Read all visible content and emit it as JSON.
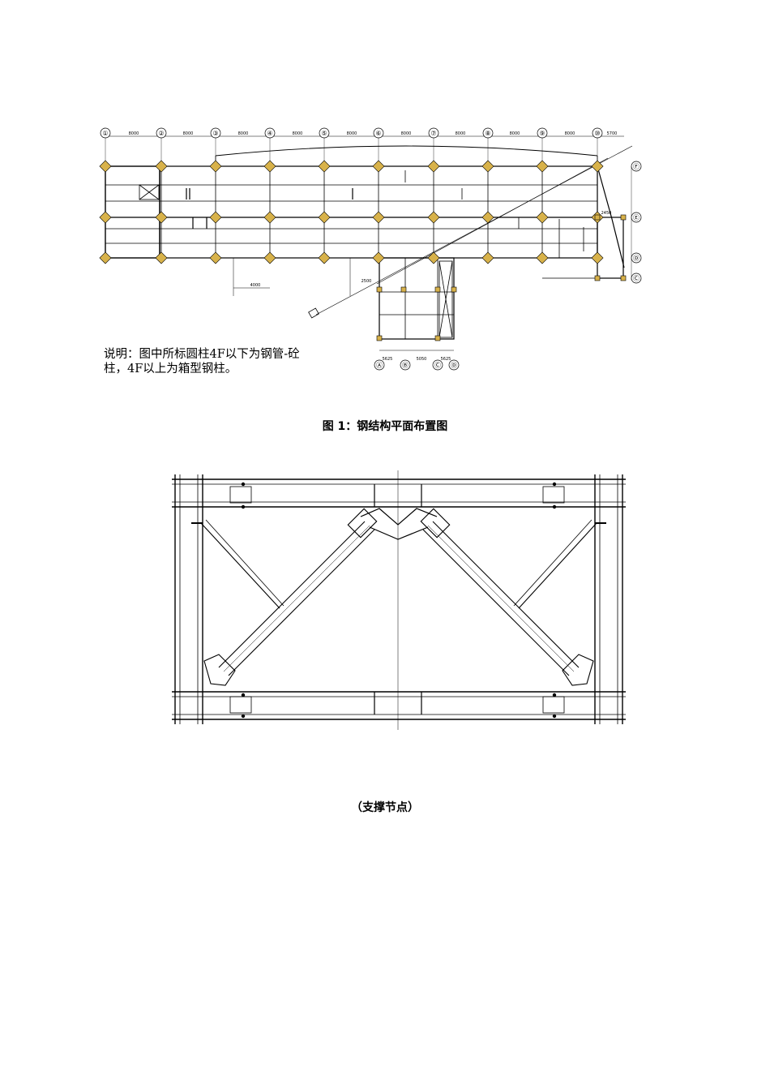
{
  "plan": {
    "axis_top": [
      "①",
      "②",
      "③",
      "④",
      "⑤",
      "⑥",
      "⑦",
      "⑧",
      "⑨",
      "⑩"
    ],
    "dims_top": [
      "8000",
      "8000",
      "8000",
      "8000",
      "8000",
      "8000",
      "8000",
      "8000",
      "8000",
      "5700"
    ],
    "axis_right": [
      "Ⓕ",
      "Ⓔ",
      "Ⓓ",
      "Ⓒ"
    ],
    "axis_bottom": [
      "Ⓐ",
      "Ⓑ",
      "Ⓒ",
      "Ⓓ"
    ],
    "dims_bottom": [
      "5625",
      "5050",
      "5625"
    ],
    "small_labels": [
      "4000",
      "2500",
      "2450"
    ]
  },
  "note_line1": "说明：图中所标圆柱4F以下为钢管-砼",
  "note_line2": "柱，4F以上为箱型钢柱。",
  "caption1": "图 1：钢结构平面布置图",
  "caption2": "（支撑节点）",
  "colors": {
    "column_yellow": "#d8b24a",
    "line": "#000000"
  }
}
